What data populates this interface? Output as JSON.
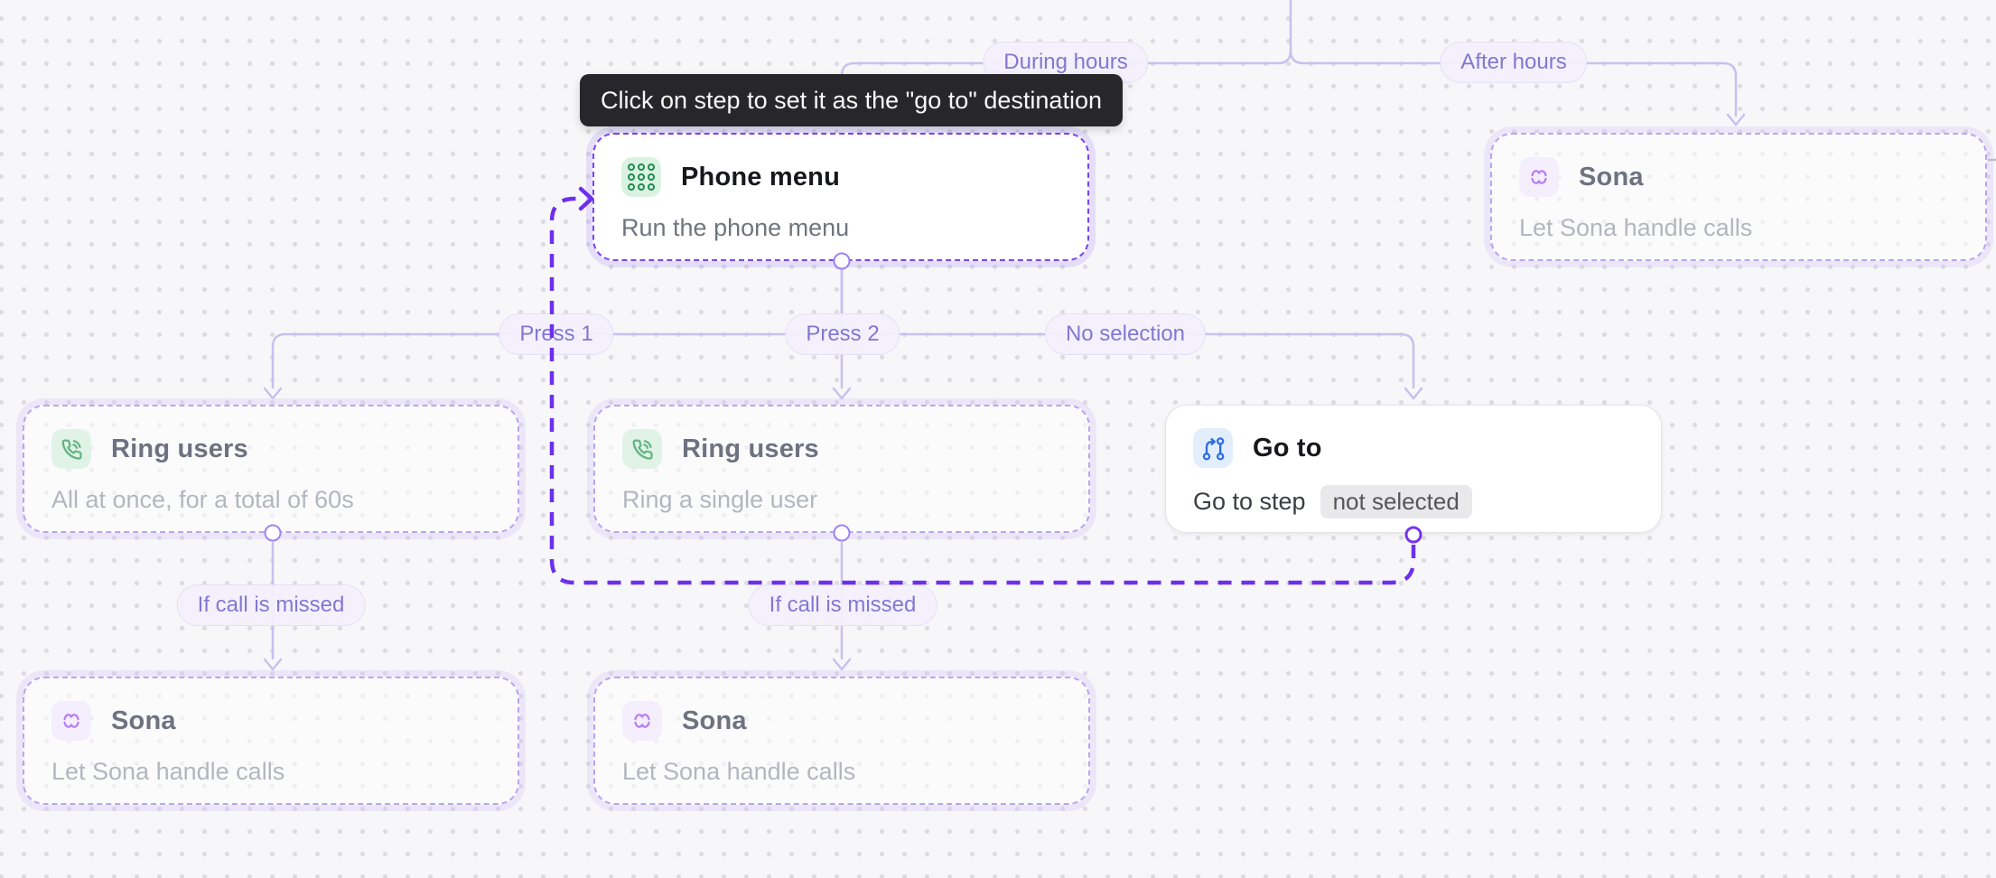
{
  "tooltip": {
    "text": "Click on step to set it as the \"go to\" destination"
  },
  "edge_labels": {
    "during_hours": "During hours",
    "after_hours": "After hours",
    "press_1": "Press 1",
    "press_2": "Press 2",
    "no_selection": "No selection",
    "if_call_missed_left": "If call is missed",
    "if_call_missed_mid": "If call is missed"
  },
  "nodes": {
    "phone_menu": {
      "title": "Phone menu",
      "subtitle": "Run the phone menu",
      "icon": "dialpad-icon",
      "state": "selected"
    },
    "sona_after_hours": {
      "title": "Sona",
      "subtitle": "Let Sona handle calls",
      "icon": "sona-icon",
      "state": "dimmed"
    },
    "ring_users_all": {
      "title": "Ring users",
      "subtitle": "All at once, for a total of 60s",
      "icon": "phone-icon",
      "state": "dimmed"
    },
    "ring_users_single": {
      "title": "Ring users",
      "subtitle": "Ring a single user",
      "icon": "phone-icon",
      "state": "dimmed"
    },
    "go_to": {
      "title": "Go to",
      "subtitle_prefix": "Go to step",
      "chip": "not selected",
      "icon": "route-icon",
      "state": "normal"
    },
    "sona_missed_left": {
      "title": "Sona",
      "subtitle": "Let Sona handle calls",
      "icon": "sona-icon",
      "state": "dimmed"
    },
    "sona_missed_mid": {
      "title": "Sona",
      "subtitle": "Let Sona handle calls",
      "icon": "sona-icon",
      "state": "dimmed"
    }
  },
  "colors": {
    "accent_dashed_edge": "#6d30ec",
    "edge": "#c9c0ef",
    "selected_border": "#7a45f4",
    "label_text": "#8377d1",
    "tooltip_bg": "#27272b",
    "icon_green": "#1f8b4d",
    "icon_purple": "#a259f7",
    "icon_blue": "#2e6de0"
  }
}
